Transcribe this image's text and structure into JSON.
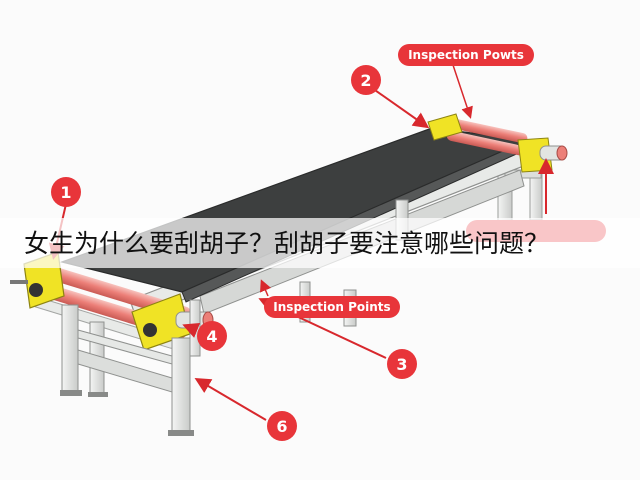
{
  "title": "女生为什么要刮胡子？刮胡子要注意哪些问题？",
  "labels": {
    "inspection_top": "Inspection Powts",
    "inspection_mid": "Inspection Points"
  },
  "markers": {
    "m1": "1",
    "m2": "2",
    "m3": "3",
    "m4": "4",
    "m6": "6"
  },
  "colors": {
    "callout_red": "#e8353a",
    "belt": "#3d3f3f",
    "roller": "#ef8b84",
    "end_plate": "#f0e325",
    "frame": "#e4e6e4"
  }
}
